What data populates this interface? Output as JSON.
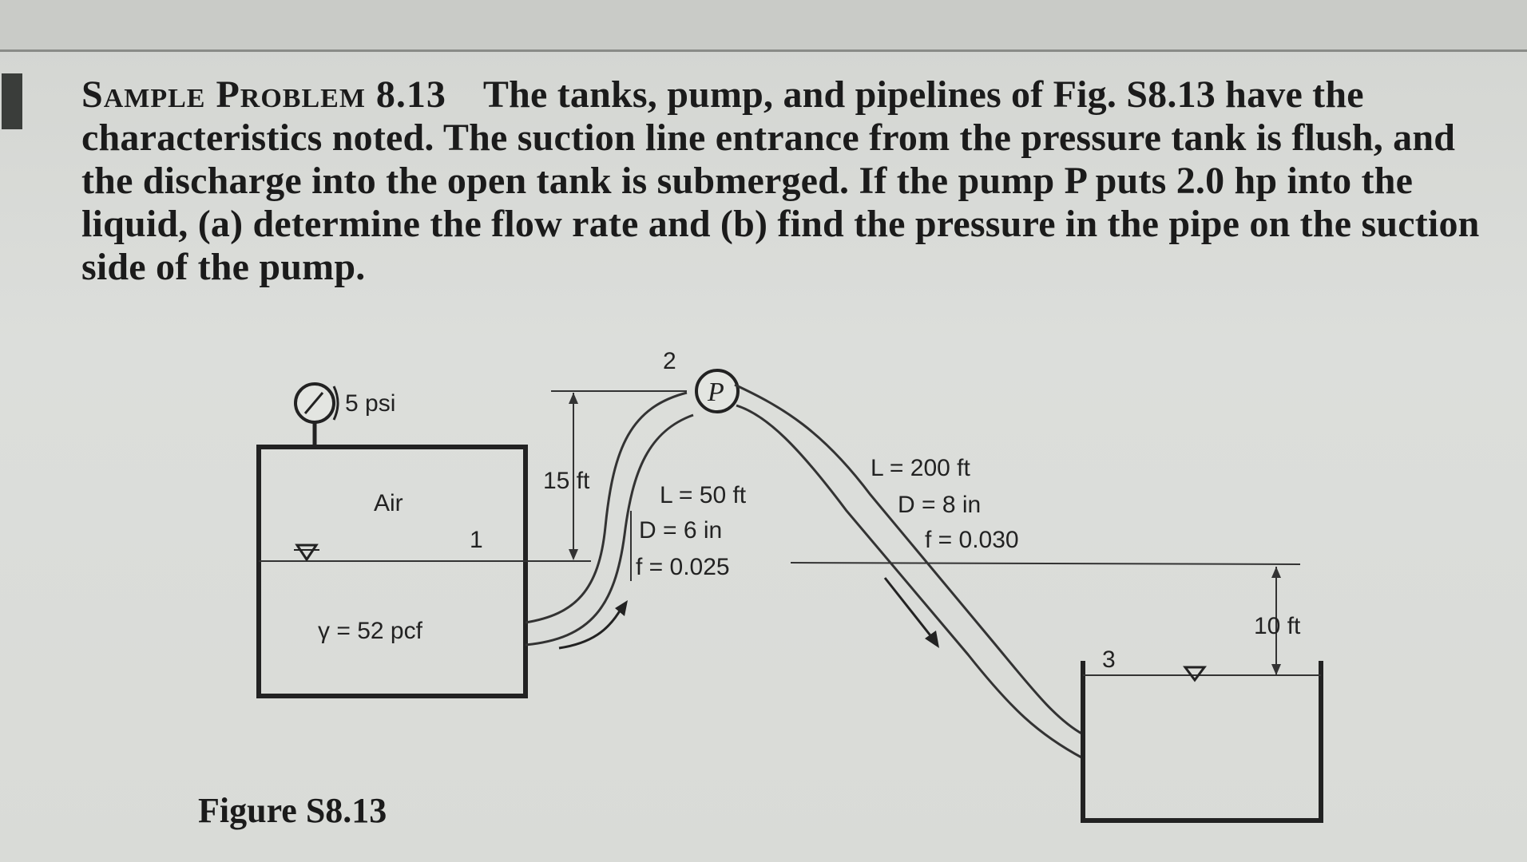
{
  "problem": {
    "heading": "Sample Problem 8.13",
    "text": "The tanks, pump, and pipelines of Fig. S8.13 have the characteristics noted. The suction line entrance from the pressure tank is flush, and the discharge into the open tank is submerged. If the pump P puts 2.0 hp into the liquid, (a) determine the flow rate and (b) find the pressure in the pipe on the suction side of the pump."
  },
  "figure": {
    "caption": "Figure S8.13",
    "gauge_label": "5 psi",
    "air_label": "Air",
    "point1": "1",
    "point2": "2",
    "point3": "3",
    "pump_label": "P",
    "gamma_label": "γ = 52 pcf",
    "height_15": "15 ft",
    "suction": {
      "L": "L = 50 ft",
      "D": "D = 6 in",
      "f": "f = 0.025"
    },
    "discharge": {
      "L": "L = 200 ft",
      "D": "D = 8 in",
      "f": "f = 0.030"
    },
    "height_10": "10 ft"
  }
}
